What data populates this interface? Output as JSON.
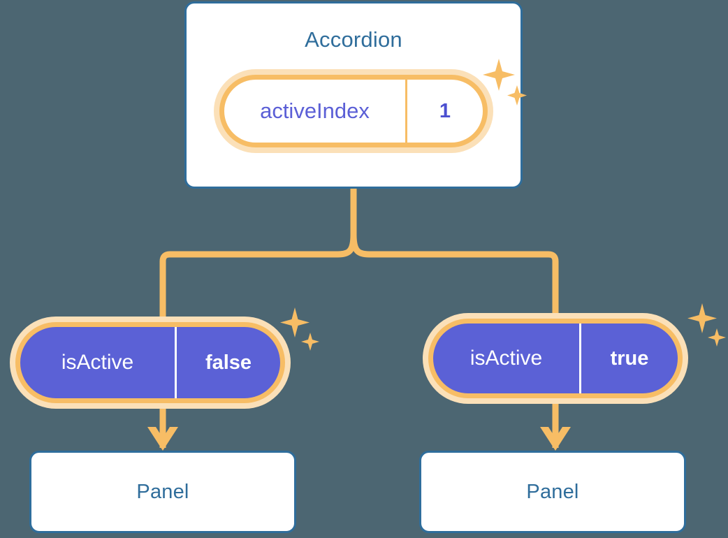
{
  "theme": {
    "background": "#4c6672",
    "card_border": "#2f6d9b",
    "card_title_text": "#2f6d9b",
    "pill_ring": "#f7bd65",
    "pill_halo": "#fbe0b8",
    "pill_fill_indigo": "#5b61d6",
    "pill_text_indigo": "#5b5fd6",
    "connector": "#f7bd65",
    "sparkle": "#f7bd65"
  },
  "diagram": {
    "type": "component-state-tree",
    "root": {
      "card_title": "Accordion",
      "state_pill": {
        "key": "activeIndex",
        "value": "1",
        "has_sparkle": true
      }
    },
    "children": [
      {
        "state_pill": {
          "key": "isActive",
          "value": "false",
          "has_sparkle": true
        },
        "card_title": "Panel"
      },
      {
        "state_pill": {
          "key": "isActive",
          "value": "true",
          "has_sparkle": true
        },
        "card_title": "Panel"
      }
    ]
  },
  "icons": {
    "sparkle_large": "four-point-star-icon",
    "sparkle_small": "four-point-star-icon",
    "arrow_down": "arrow-down-icon"
  }
}
